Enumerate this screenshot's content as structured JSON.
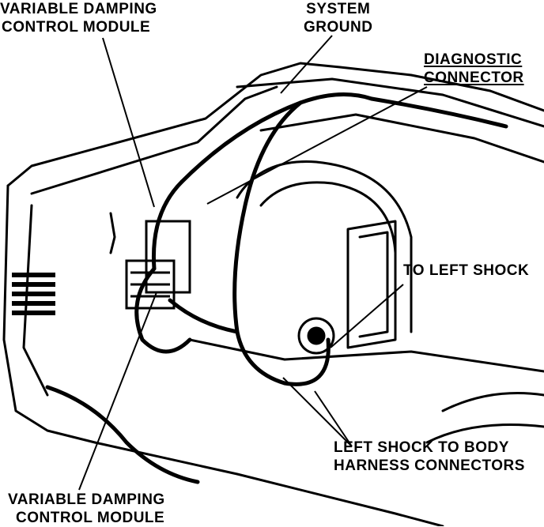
{
  "labels": {
    "vdcm_top": [
      "VARIABLE DAMPING",
      "CONTROL MODULE"
    ],
    "system_ground": [
      "SYSTEM",
      "GROUND"
    ],
    "diagnostic_connector": [
      "DIAGNOSTIC",
      "CONNECTOR"
    ],
    "to_left_shock": "TO LEFT SHOCK",
    "left_shock_harness": [
      "LEFT SHOCK TO BODY",
      "HARNESS CONNECTORS"
    ],
    "vdcm_bottom": [
      "VARIABLE DAMPING",
      "CONTROL MODULE"
    ]
  },
  "colors": {
    "ink": "#000000",
    "paper": "#ffffff"
  }
}
